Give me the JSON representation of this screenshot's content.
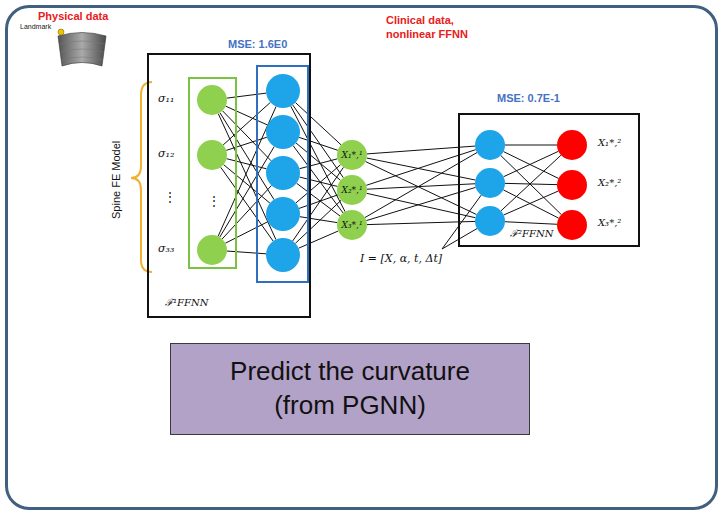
{
  "diagram": {
    "nodes": [
      {
        "text": [
          "ℱ¹FFNN"
        ]
      },
      {
        "text": [
          "X₁*,¹"
        ]
      },
      {
        "text": [
          "X₂*,¹"
        ]
      },
      {
        "text": [
          "X₃*,¹"
        ]
      },
      {
        "text": [
          "ℱ²FFNN"
        ]
      },
      {
        "text": [
          "Predict the curvature (from PGNN)"
        ]
      }
    ],
    "edges": [
      {
        "from": 0,
        "to": 1,
        "arrow": "none"
      },
      {
        "from": 0,
        "to": 2,
        "arrow": "none"
      },
      {
        "from": 0,
        "to": 3,
        "arrow": "none"
      },
      {
        "from": 1,
        "to": 4,
        "arrow": "none"
      },
      {
        "from": 2,
        "to": 4,
        "arrow": "none"
      },
      {
        "from": 3,
        "to": 4,
        "arrow": "none"
      }
    ],
    "labels": [
      "Physical data",
      "Landmark",
      "MSE: 1.6E0",
      "Spine FE Model",
      "σ₁₁",
      "σ₁₂",
      "⋮",
      "σ₃₃",
      "⋮",
      "Clinical data, nonlinear FFNN",
      "I = [X, α, t, Δt]",
      "MSE: 0.7E-1",
      "X₁*,²",
      "X₂*,²",
      "X₃*,²"
    ]
  }
}
